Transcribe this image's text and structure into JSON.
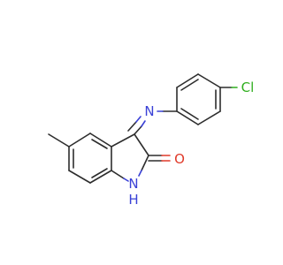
{
  "molecule": {
    "atoms": {
      "imine_n": "N",
      "amide_n": "N",
      "amide_h": "H",
      "carbonyl_o": "O",
      "chlorine": "Cl"
    },
    "colors": {
      "carbon_bond": "#2d2d2d",
      "nitrogen": "#3a41d6",
      "oxygen": "#e03a2a",
      "chlorine": "#2fae1e",
      "background": "#ffffff"
    }
  }
}
